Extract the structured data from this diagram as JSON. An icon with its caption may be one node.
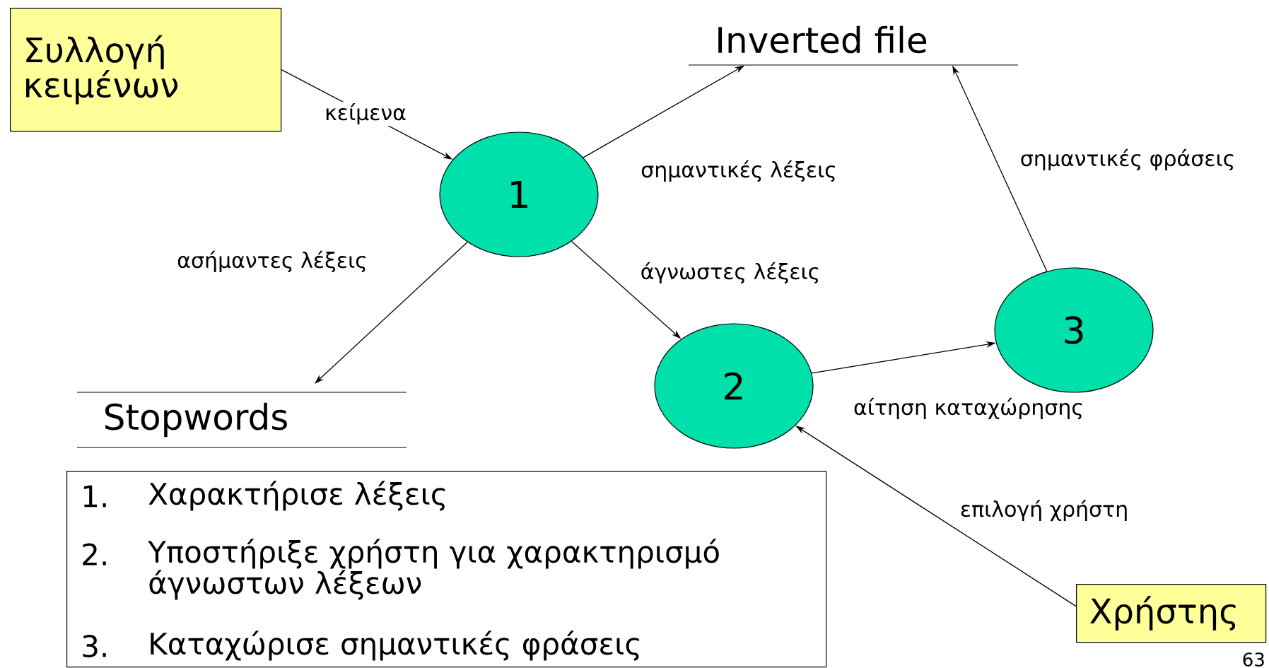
{
  "diagram": {
    "nodes": [
      {
        "text": [
          "Συλλογή κειμένων"
        ]
      },
      {
        "text": [
          "1"
        ]
      },
      {
        "text": [
          "Inverted file"
        ]
      },
      {
        "text": [
          "Stopwords"
        ]
      },
      {
        "text": [
          "2"
        ]
      },
      {
        "text": [
          "3"
        ]
      },
      {
        "text": [
          "Χρήστης"
        ]
      },
      {
        "text": [
          "1.",
          "Χαρακτήρισε λέξεις",
          "2.",
          "Υποστήριξε χρήστη για χαρακτηρισμό άγνωστων λέξεων",
          "3.",
          "Καταχώρισε σημαντικές φράσεις"
        ]
      }
    ],
    "edges": [
      {
        "from": 0,
        "to": 1,
        "arrow": "to",
        "label": "κείμενα"
      },
      {
        "from": 1,
        "to": 2,
        "arrow": "to",
        "label": "σημαντικές λέξεις"
      },
      {
        "from": 1,
        "to": 3,
        "arrow": "to",
        "label": "ασήμαντες λέξεις"
      },
      {
        "from": 1,
        "to": 4,
        "arrow": "to",
        "label": "άγνωστες λέξεις"
      },
      {
        "from": 4,
        "to": 5,
        "arrow": "to",
        "label": "αίτηση καταχώρησης"
      },
      {
        "from": 5,
        "to": 2,
        "arrow": "to",
        "label": "σημαντικές φράσεις"
      },
      {
        "from": 6,
        "to": 4,
        "arrow": "to",
        "label": "επιλογή χρήστη"
      }
    ],
    "labels": [
      "63"
    ]
  }
}
